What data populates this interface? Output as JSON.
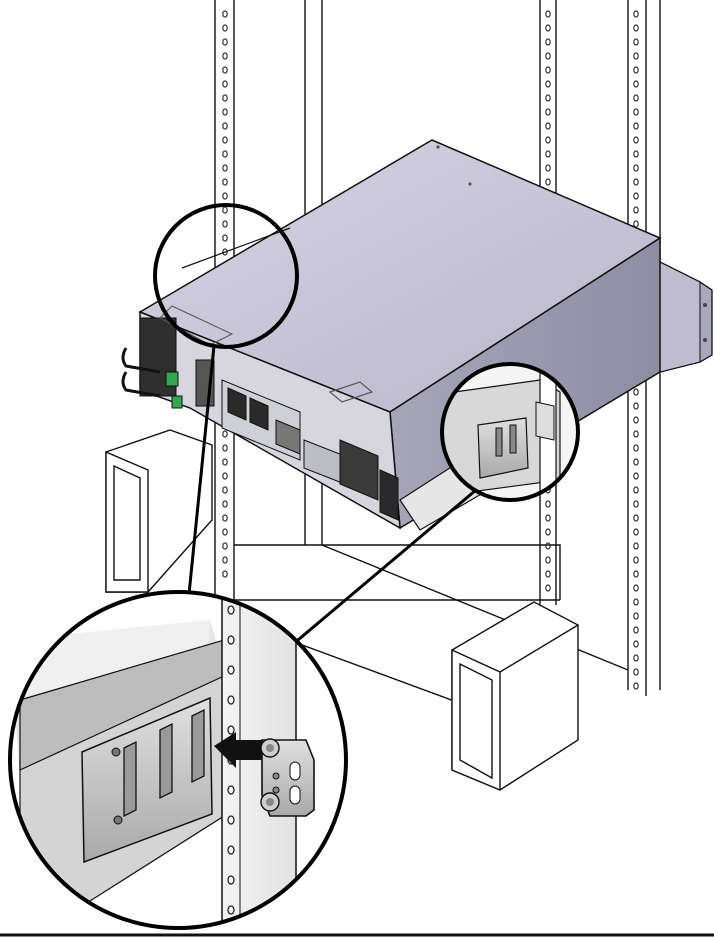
{
  "figure": {
    "kind": "technical-illustration",
    "subject": "server-rack-rail-installation",
    "background_color": "#ffffff",
    "line_color": "#111111",
    "server_top_color": "#c9c6d8",
    "server_side_color": "#9d9bb0",
    "server_dark_color": "#3a3a3a",
    "metal_color": "#c8c8c8",
    "arrow_color": "#111111",
    "accent_green": "#2fa84f"
  },
  "callouts": [
    {
      "icon": "magnifier-circle-icon",
      "target": "rail-front-top"
    },
    {
      "icon": "magnifier-circle-icon",
      "target": "rail-bracket-right"
    },
    {
      "icon": "magnifier-circle-icon",
      "target": "detail-view"
    }
  ],
  "icons": [
    "push-arrow-icon",
    "mounting-bracket-icon",
    "screw-icon"
  ]
}
